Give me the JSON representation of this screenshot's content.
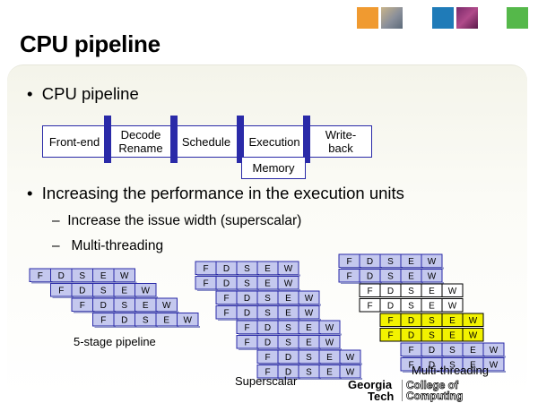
{
  "title": "CPU pipeline",
  "bullets": {
    "b1": "CPU pipeline",
    "b2": "Increasing the performance in the execution units",
    "dash": "–",
    "s1": "Increase the issue width (superscalar)",
    "s2": "Multi-threading"
  },
  "stages": {
    "frontend": "Front-end",
    "decode_line1": "Decode",
    "decode_line2": "Rename",
    "schedule": "Schedule",
    "execution": "Execution",
    "writeback_line1": "Write-",
    "writeback_line2": "back",
    "memory": "Memory"
  },
  "stage_letters": [
    "F",
    "D",
    "S",
    "E",
    "W"
  ],
  "captions": {
    "five_stage": "5-stage pipeline",
    "superscalar": "Superscalar",
    "multithreading": "Multi-threading"
  },
  "logo": {
    "line1": "Georgia",
    "line2": "Tech",
    "coc1": "College of",
    "coc2": "Computing"
  },
  "colors": {
    "cell_fill": "#c4c8ee",
    "cell_border": "#2a2aa8",
    "thread_white": "#ffffff",
    "thread_yellow": "#f2f200",
    "latch": "#2a2aa8"
  },
  "diagrams": {
    "five_stage": {
      "rows": 4,
      "colors": [
        "blue",
        "blue",
        "blue",
        "blue"
      ]
    },
    "superscalar": {
      "rows": 8,
      "colors": [
        "blue",
        "blue",
        "blue",
        "blue",
        "blue",
        "blue",
        "blue",
        "blue"
      ]
    },
    "multithreading": {
      "rows": 8,
      "colors": [
        "blue",
        "blue",
        "white",
        "white",
        "yellow",
        "yellow",
        "blue",
        "blue"
      ]
    }
  }
}
